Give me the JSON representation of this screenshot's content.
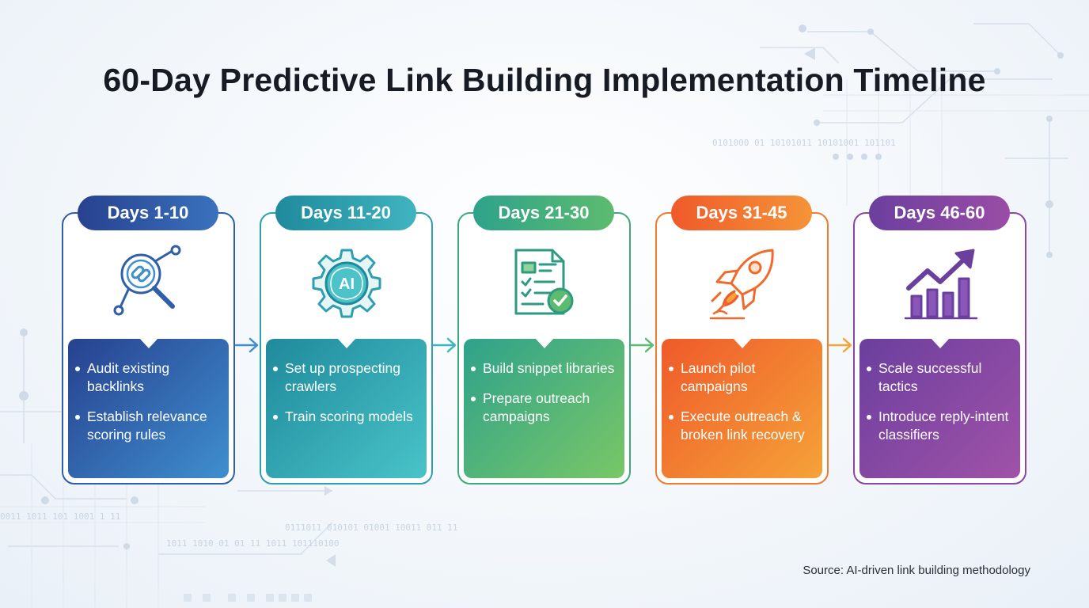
{
  "title": "60-Day Predictive Link Building Implementation Timeline",
  "source": "Source: AI-driven link building methodology",
  "icon_ai_label": "AI",
  "background_binary": [
    "0101000 01 10101011 10101001 101101",
    "0111011 010101 01001 10011 011 11",
    "1011 1010 01 01 11 1011 101110100",
    "0011 1011 101 1001 1 11"
  ],
  "phases": [
    {
      "label": "Days 1-10",
      "icon": "link-search-icon",
      "color_start": "#27418f",
      "color_end": "#3f8fcf",
      "accent": "#2f5fa8",
      "items": [
        "Audit existing backlinks",
        "Establish relevance scoring rules"
      ]
    },
    {
      "label": "Days 11-20",
      "icon": "ai-gear-icon",
      "color_start": "#1f8a9c",
      "color_end": "#49c3c8",
      "accent": "#2d9fb0",
      "items": [
        "Set up prospecting crawlers",
        "Train scoring models"
      ]
    },
    {
      "label": "Days 21-30",
      "icon": "document-check-icon",
      "color_start": "#2ea28b",
      "color_end": "#79c766",
      "accent": "#3eaa7b",
      "items": [
        "Build snippet libraries",
        "Prepare outreach campaigns"
      ]
    },
    {
      "label": "Days 31-45",
      "icon": "rocket-icon",
      "color_start": "#ef5a2a",
      "color_end": "#f5a338",
      "accent": "#f07a30",
      "items": [
        "Launch pilot campaigns",
        "Execute outreach & broken link recovery"
      ]
    },
    {
      "label": "Days 46-60",
      "icon": "growth-chart-icon",
      "color_start": "#6b3f9e",
      "color_end": "#a052a8",
      "accent": "#8a47a3",
      "items": [
        "Scale successful tactics",
        "Introduce reply-intent classifiers"
      ]
    }
  ]
}
